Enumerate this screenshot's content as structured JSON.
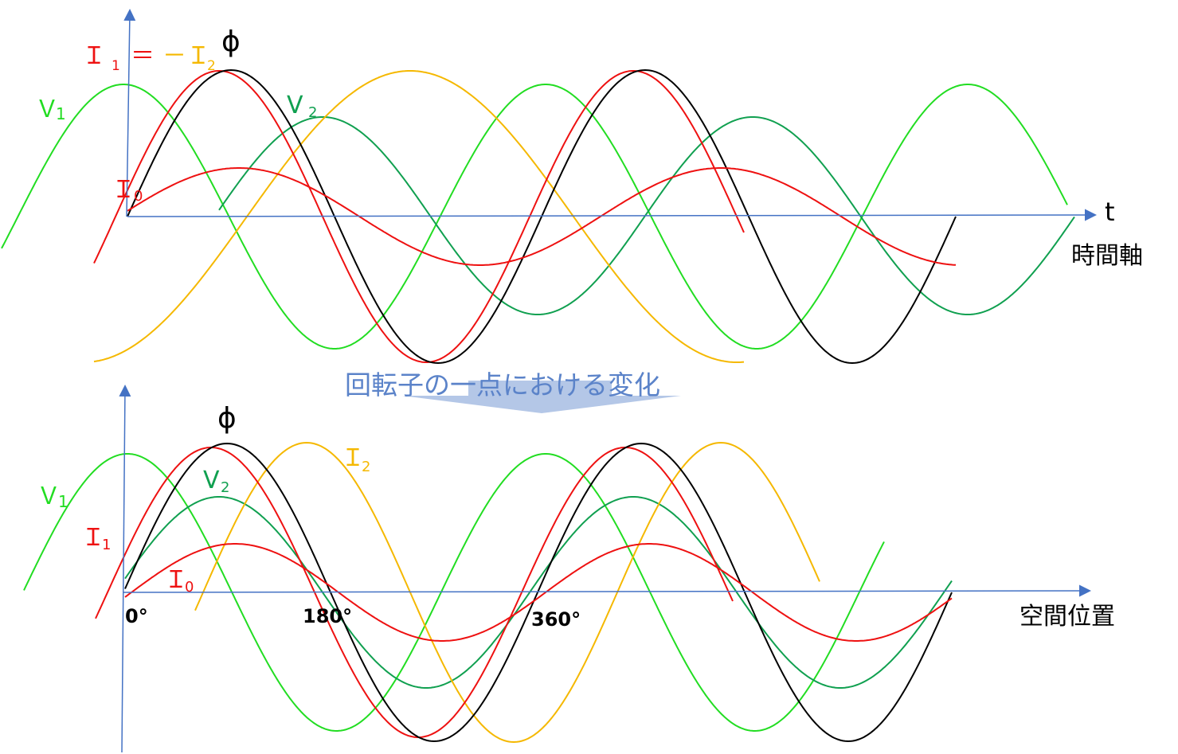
{
  "colors": {
    "axis": "#4472c4",
    "black": "#000000",
    "red": "#ee1111",
    "orange": "#f5b800",
    "bright_green": "#22dd22",
    "dark_green": "#10a050",
    "arrow_fill": "#b4c7e7",
    "transition_text": "#5b83c9"
  },
  "top_panel": {
    "label_i1": "Ｉ",
    "label_i1_sub": "1",
    "label_eq": "＝",
    "label_minus_i2": "－Ｉ",
    "label_i2_sub": "2",
    "label_phi": "ϕ",
    "label_v1": "Ｖ",
    "label_v1_sub": "1",
    "label_v2": "V",
    "label_v2_sub": "2",
    "label_i0": "Ｉ",
    "label_i0_sub": "0",
    "axis_t": "t",
    "axis_name": "時間軸"
  },
  "transition": {
    "text": "回転子の一点における変化"
  },
  "bottom_panel": {
    "label_phi": "ϕ",
    "label_v1": "Ｖ",
    "label_v1_sub": "1",
    "label_v2": "V",
    "label_v2_sub": "2",
    "label_i1": "Ｉ",
    "label_i1_sub": "1",
    "label_i0": "Ｉ",
    "label_i0_sub": "0",
    "label_i2": "Ｉ",
    "label_i2_sub": "2",
    "tick_0": "0°",
    "tick_180": "180°",
    "tick_360": "360°",
    "axis_name": "空間位置"
  }
}
